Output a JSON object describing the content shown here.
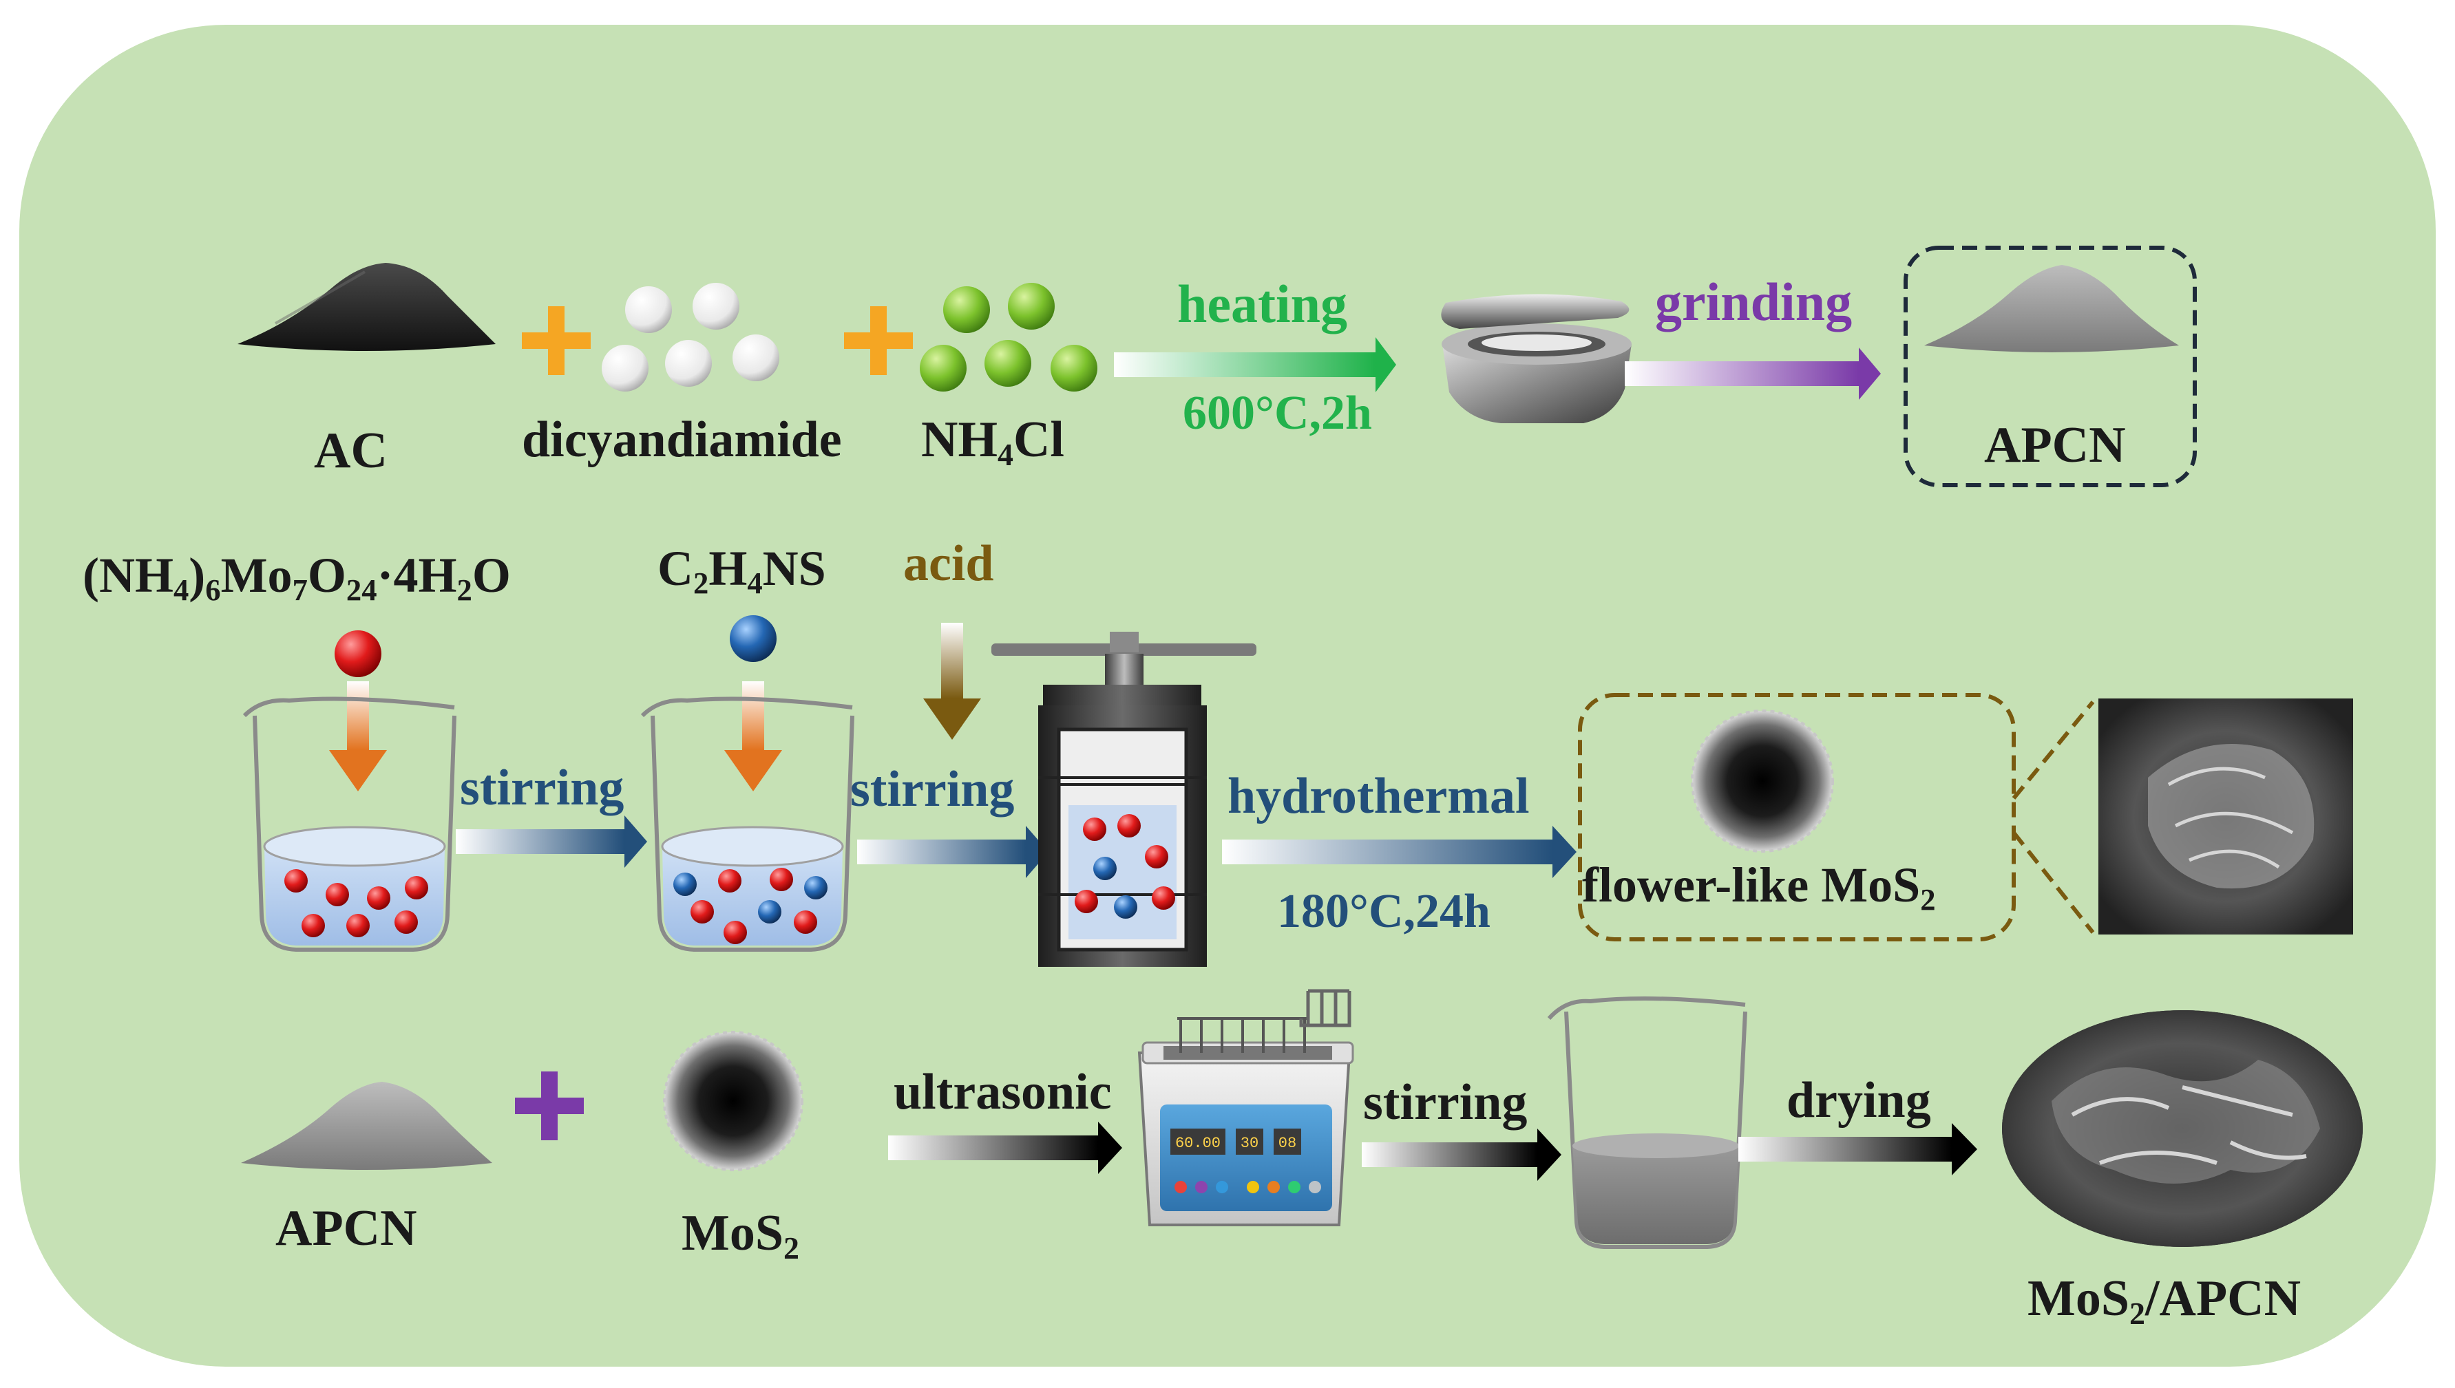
{
  "row1": {
    "ac_label": "AC",
    "dicyandiamide_label": "dicyandiamide",
    "nh4cl": {
      "a": "NH",
      "sub": "4",
      "b": "Cl"
    },
    "heating_label": "heating",
    "heating_condition": "600°C,2h",
    "grinding_label": "grinding",
    "apcn_label": "APCN"
  },
  "row2": {
    "ammonium_molybdate": {
      "a": "(NH",
      "s1": "4",
      "b": ")",
      "s2": "6",
      "c": "Mo",
      "s3": "7",
      "d": "O",
      "s4": "24",
      "e": "·4H",
      "s5": "2",
      "f": "O"
    },
    "thioacetamide": {
      "a": "C",
      "s1": "2",
      "b": "H",
      "s2": "4",
      "c": "NS"
    },
    "acid_label": "acid",
    "stirring1_label": "stirring",
    "stirring2_label": "stirring",
    "hydrothermal_label": "hydrothermal",
    "hydrothermal_condition": "180°C,24h",
    "flower_label": {
      "a": "flower-like MoS",
      "sub": "2"
    }
  },
  "row3": {
    "apcn_label": "APCN",
    "mos2_label": {
      "a": "MoS",
      "sub": "2"
    },
    "ultrasonic_label": "ultrasonic",
    "stirring_label": "stirring",
    "drying_label": "drying",
    "product_label": {
      "a": "MoS",
      "sub": "2",
      "b": "/APCN"
    },
    "display": {
      "time": "60.00",
      "v1": "30",
      "v2": "08"
    }
  },
  "colors": {
    "background": "#c6e1b5",
    "heating": "#22b24c",
    "grinding": "#7a3aa8",
    "row2_arrows": "#234f7a",
    "acid": "#7a5a10",
    "plus_orange": "#f5a623",
    "plus_purple": "#7a3aa8"
  }
}
